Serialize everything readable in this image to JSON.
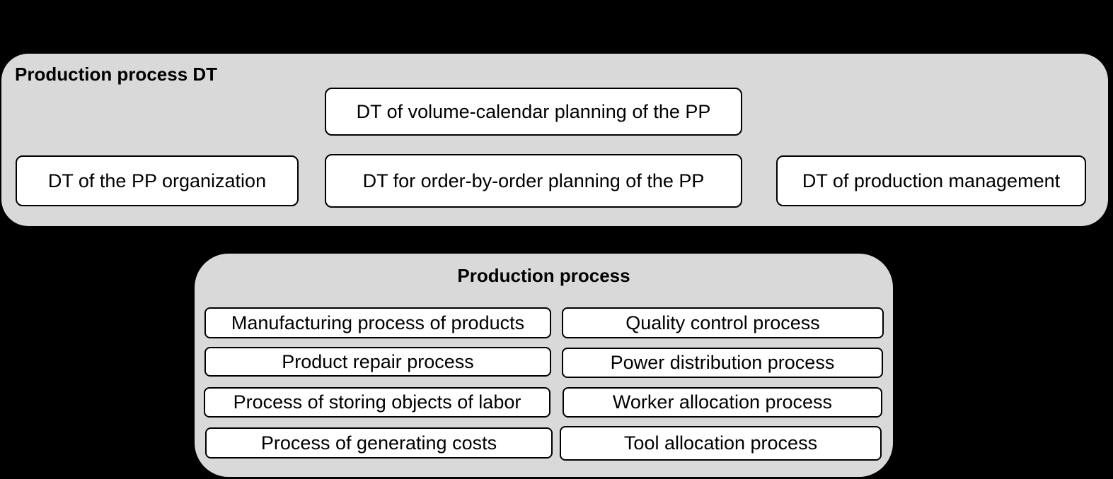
{
  "colors": {
    "background": "#000000",
    "panel": "#d9d9d9",
    "box": "#ffffff",
    "line": "#000000"
  },
  "dt_group": {
    "title": "Production process DT",
    "volume_calendar": "DT of volume-calendar planning of the PP",
    "order_by_order": "DT for order-by-order planning of the PP",
    "organization": "DT of the PP organization",
    "management": "DT of production management"
  },
  "process_group": {
    "title": "Production process",
    "items": [
      "Manufacturing process of products",
      "Quality control process",
      "Product repair process",
      "Power distribution process",
      "Process of storing objects of labor",
      "Worker allocation process",
      "Process of generating costs",
      "Tool allocation process"
    ]
  }
}
